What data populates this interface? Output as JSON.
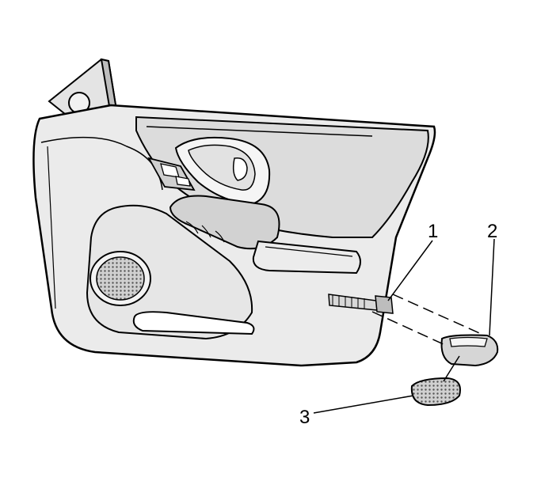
{
  "callouts": [
    {
      "id": "1",
      "label": "1"
    },
    {
      "id": "2",
      "label": "2"
    },
    {
      "id": "3",
      "label": "3"
    }
  ],
  "colors": {
    "line": "#000000",
    "panel": "#ebebeb",
    "trim": "#dcdcdc",
    "background": "#ffffff"
  }
}
